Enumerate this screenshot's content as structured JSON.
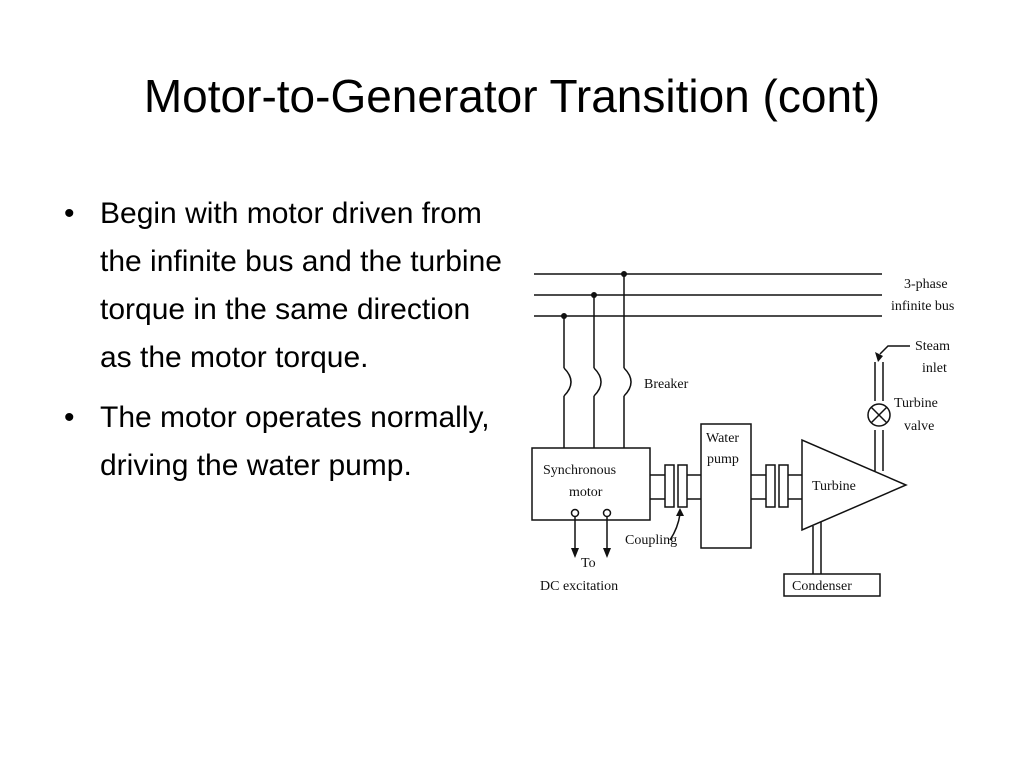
{
  "slide": {
    "title": "Motor-to-Generator Transition (cont)",
    "bullets": [
      "Begin with motor driven from the infinite bus and the turbine torque in the same direction as the motor torque.",
      "The motor operates normally, driving the water pump."
    ]
  },
  "diagram": {
    "labels": {
      "bus_line1": "3-phase",
      "bus_line2": "infinite bus",
      "breaker": "Breaker",
      "steam_line1": "Steam",
      "steam_line2": "inlet",
      "valve_line1": "Turbine",
      "valve_line2": "valve",
      "water_line1": "Water",
      "water_line2": "pump",
      "motor_line1": "Synchronous",
      "motor_line2": "motor",
      "turbine": "Turbine",
      "coupling": "Coupling",
      "to": "To",
      "dc_excitation": "DC excitation",
      "condenser": "Condenser"
    }
  }
}
